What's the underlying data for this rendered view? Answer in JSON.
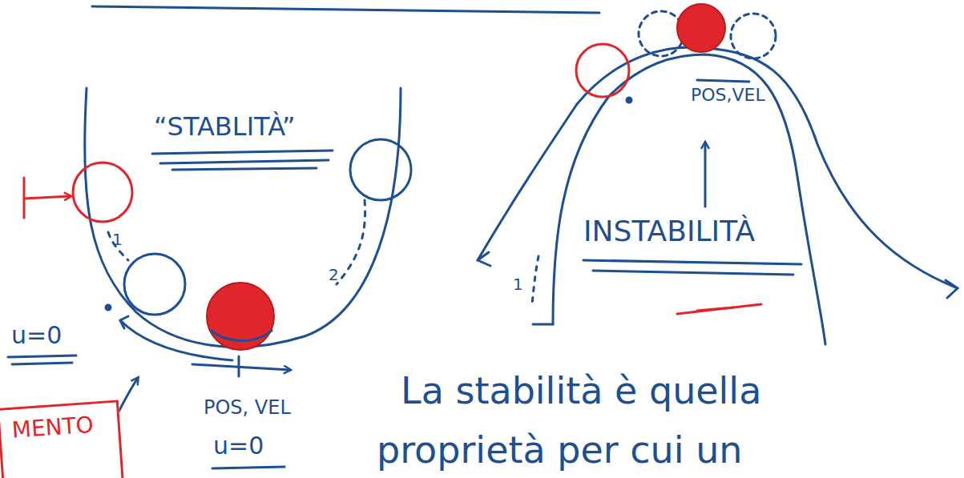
{
  "diagram": {
    "nodes": [
      {
        "text": [
          "MENTO"
        ]
      }
    ],
    "labels": [
      "“STABLITÀ”",
      "POS,VEL",
      "INSTABILITÀ",
      "1",
      "2",
      "1",
      "u=0",
      "POS, VEL",
      "u=0",
      "La stabilità è quella",
      "proprietà per cui un"
    ]
  }
}
